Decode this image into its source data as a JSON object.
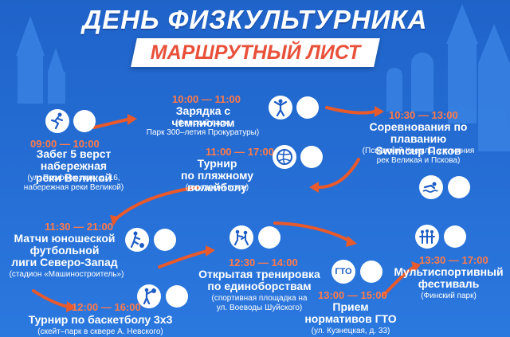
{
  "header": {
    "title": "ДЕНЬ ФИЗКУЛЬТУРНИКА",
    "subtitle": "МАРШРУТНЫЙ ЛИСТ"
  },
  "colors": {
    "bg_top": "#1f63c9",
    "bg_bottom": "#2b78df",
    "accent": "#e8503a",
    "time": "#ff7a4a",
    "arrow": "#e85a2c"
  },
  "events": [
    {
      "time": "09:00 — 10:00",
      "title_lines": [
        "Забег 5 верст набережная",
        "реки Великой"
      ],
      "location_lines": [
        "(ул. Профсоюзная, д. 16,",
        "набережная реки Великой)"
      ],
      "icon": "runner-icon"
    },
    {
      "time": "10:00 — 11:00",
      "title_lines": [
        "Зарядка с чемпионом"
      ],
      "location_lines": [
        "(Финский парк,",
        "Парк 300–летия Прокуратуры)"
      ],
      "icon": "exercise-icon"
    },
    {
      "time": "10:30 — 13:00",
      "title_lines": [
        "Соревнования по плаванию",
        "Swimcup Псков"
      ],
      "location_lines": [
        "(Псковский Кремль, у слияния",
        "рек Великая и Пскова)"
      ],
      "icon": "swimmer-icon"
    },
    {
      "time": "11:00 — 17:00",
      "title_lines": [
        "Турнир",
        "по пляжному волейболу"
      ],
      "location_lines": [
        "(городской пляж)"
      ],
      "icon": "volleyball-icon"
    },
    {
      "time": "11:30 — 21:00",
      "title_lines": [
        "Матчи юношеской",
        "футбольной",
        "лиги Северо-Запад"
      ],
      "location_lines": [
        "(стадион «Машиностроитель»)"
      ],
      "icon": "football-icon"
    },
    {
      "time": "12:30 — 14:00",
      "title_lines": [
        "Открытая тренировка",
        "по единоборствам"
      ],
      "location_lines": [
        "(спортивная площадка на",
        "ул. Воеводы Шуйского)"
      ],
      "icon": "martial-arts-icon"
    },
    {
      "time": "12:00 — 16:00",
      "title_lines": [
        "Турнир по баскетболу 3х3"
      ],
      "location_lines": [
        "(скейт–парк в сквере А. Невского)"
      ],
      "icon": "basketball-icon"
    },
    {
      "time": "13:00 — 15:00",
      "title_lines": [
        "Прием",
        "нормативов ГТО"
      ],
      "location_lines": [
        "(ул. Кузнецкая, д. 33)"
      ],
      "icon": "gto-badge",
      "badge": "ГТО"
    },
    {
      "time": "13:30 — 17:00",
      "title_lines": [
        "Мультиспортивный",
        "фестиваль"
      ],
      "location_lines": [
        "(Финский парк)"
      ],
      "icon": "festival-icon"
    }
  ]
}
